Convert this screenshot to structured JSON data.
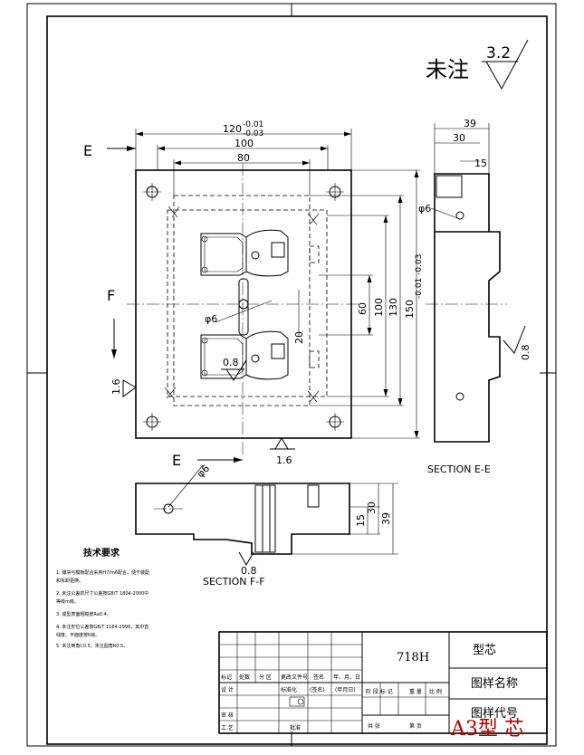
{
  "surface_finish": {
    "label": "未注",
    "roughness": "3.2"
  },
  "view_labels": {
    "e_top": "E",
    "f_left": "F",
    "e_bottom": "E"
  },
  "plan_dims": {
    "w120": "120",
    "w120_tol_upper": "-0.01",
    "w120_tol_lower": "-0.03",
    "w100": "100",
    "w80": "80",
    "h60": "60",
    "h100": "100",
    "h130": "130",
    "h150": "150",
    "h150_tol": "-0.01 -0.03",
    "h20": "20",
    "dia6": "φ6",
    "r08": "0.8",
    "r16_left": "1.6",
    "r16_bottom": "1.6"
  },
  "section_ee": {
    "title": "SECTION E-E",
    "w39": "39",
    "w30": "30",
    "w15": "15",
    "dia6": "φ6",
    "r08": "0.8"
  },
  "section_ff": {
    "title": "SECTION F-F",
    "dia6": "φ6",
    "h15": "15",
    "h30": "30",
    "h39": "39",
    "r08": "0.8"
  },
  "tech_requirements": {
    "heading": "技术要求",
    "items": [
      "1. 镶块与模板配合采用H7/m6配合，便于装配",
      "   和拆卸更换。",
      "2. 未注公差的尺寸公差按GB/T 1804-2000中",
      "   等级m级。",
      "3. 成型表面粗糙度Ra0.4。",
      "4. 未注形位公差按GB/T 1184-1996，其中直",
      "   线度、平面度按K级。",
      "5. 未注倒角C0.5，未注圆角R0.5。"
    ]
  },
  "title_block": {
    "material": "718H",
    "part_name": "型芯",
    "drawing_name": "图样名称",
    "drawing_code": "图样代号",
    "labels": {
      "mark": "标记",
      "count": "处数",
      "zone": "分 区",
      "change_doc": "更改文件号",
      "sign": "签名",
      "date": "年、月、日",
      "design": "设 计",
      "standard": "标准化",
      "sign2": "(签名)",
      "date2": "(年月日)",
      "review": "审 核",
      "process": "工 艺",
      "approve": "批准",
      "stage_mark": "阶 段 标 记",
      "weight": "重 量",
      "scale": "比 例",
      "total": "共  张",
      "sheet": "第  页"
    }
  },
  "watermark": "A3型 芯"
}
